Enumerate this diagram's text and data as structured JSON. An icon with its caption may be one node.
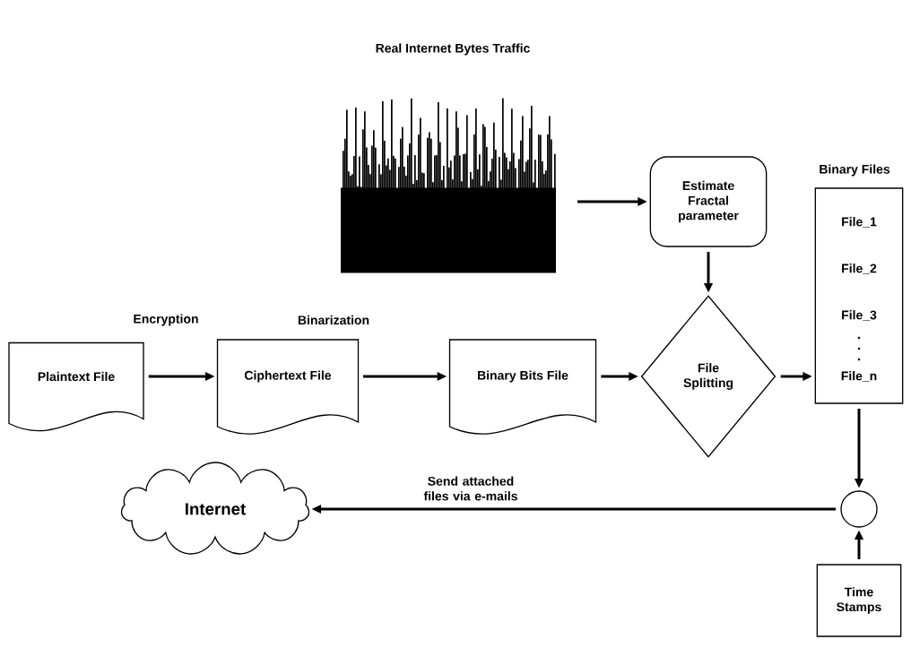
{
  "diagram": {
    "nodes": [
      {
        "text": [
          "Real Internet Bytes Traffic"
        ]
      },
      {
        "text": [
          "Estimate Fractal parameter"
        ]
      },
      {
        "text": [
          "Binary Files",
          "File_1",
          "File_2",
          "File_3",
          "File_n"
        ]
      },
      {
        "text": [
          "Plaintext File"
        ]
      },
      {
        "text": [
          "Ciphertext File"
        ]
      },
      {
        "text": [
          "Binary Bits File"
        ]
      },
      {
        "text": [
          "File Splitting"
        ]
      },
      {
        "text": [
          "Internet"
        ]
      },
      {
        "text": [],
        "shape": "circle"
      },
      {
        "text": [
          "Time Stamps"
        ]
      }
    ],
    "edges": [
      {
        "from": 0,
        "to": 1,
        "arrow": "to"
      },
      {
        "from": 1,
        "to": 6,
        "arrow": "to"
      },
      {
        "from": 3,
        "to": 4,
        "arrow": "to",
        "label": "Encryption"
      },
      {
        "from": 4,
        "to": 5,
        "arrow": "to",
        "label": "Binarization"
      },
      {
        "from": 5,
        "to": 6,
        "arrow": "to"
      },
      {
        "from": 6,
        "to": 2,
        "arrow": "to"
      },
      {
        "from": 2,
        "to": 8,
        "arrow": "to"
      },
      {
        "from": 9,
        "to": 8,
        "arrow": "to"
      },
      {
        "from": 8,
        "to": 7,
        "arrow": "to",
        "label": "Send attached files via e-mails"
      }
    ]
  }
}
